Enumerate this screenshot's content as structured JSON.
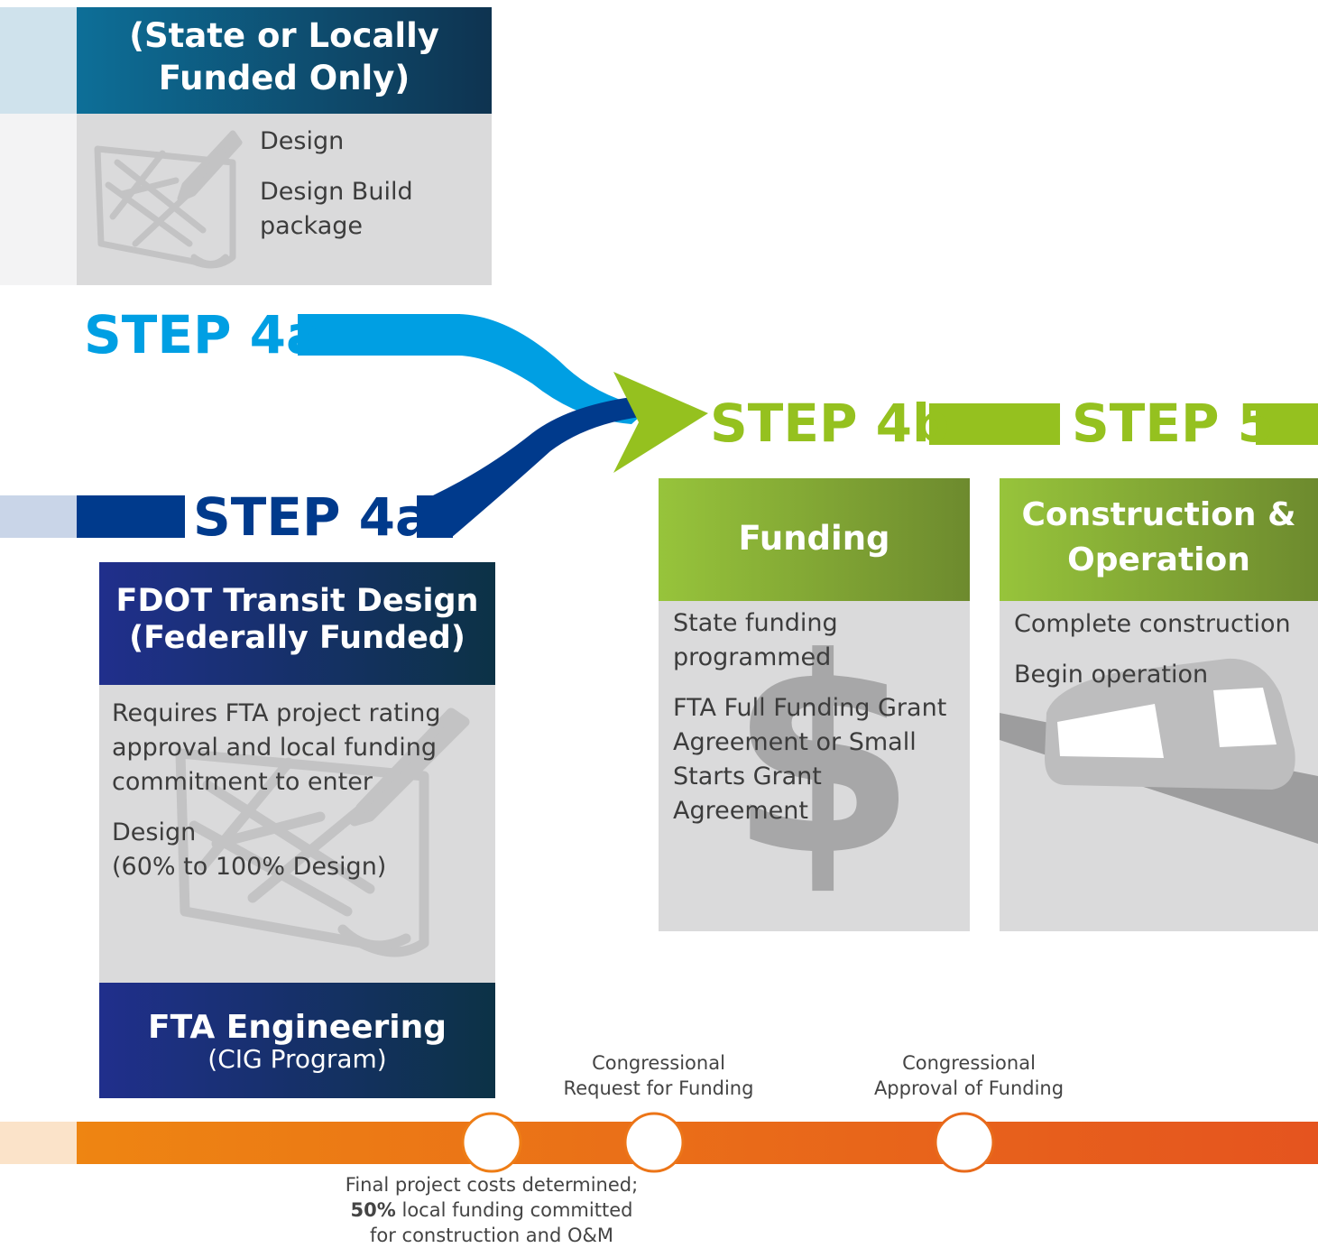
{
  "top_box": {
    "title_line1": "(State or Locally",
    "title_line2": "Funded Only)",
    "items": [
      "Design",
      "Design Build",
      "package"
    ]
  },
  "steps": {
    "step4a_top": "STEP 4a",
    "step4a_bottom": "STEP 4a",
    "step4b": "STEP 4b",
    "step5": "STEP 5"
  },
  "fdot_box": {
    "title_line1": "FDOT Transit Design",
    "title_line2": "(Federally Funded)",
    "para1_lines": [
      "Requires FTA project rating",
      "approval and local funding",
      "commitment to enter"
    ],
    "para2_lines": [
      "Design",
      "(60% to 100% Design)"
    ],
    "footer_title": "FTA Engineering",
    "footer_sub": "(CIG Program)"
  },
  "funding_box": {
    "title": "Funding",
    "para1_lines": [
      "State funding",
      "programmed"
    ],
    "para2_lines": [
      "FTA Full Funding Grant",
      "Agreement or Small",
      "Starts Grant Agreement"
    ],
    "bg_symbol": "$"
  },
  "construction_box": {
    "title_line1": "Construction &",
    "title_line2": "Operation",
    "items": [
      "Complete construction",
      "Begin operation"
    ]
  },
  "timeline": {
    "milestone1_caption_line1": "Final project costs determined;",
    "milestone1_caption_bold": "50%",
    "milestone1_caption_rest": " local funding committed",
    "milestone1_caption_line3": "for construction and O&M",
    "milestone2_caption_line1": "Congressional",
    "milestone2_caption_line2": "Request for Funding",
    "milestone3_caption_line1": "Congressional",
    "milestone3_caption_line2": "Approval of Funding"
  },
  "colors": {
    "light_blue": "#009fe3",
    "dark_blue": "#003a8c",
    "green": "#95c11f",
    "orange": "#e8641f",
    "teal_header": "#0d4f6e",
    "gray_box": "#dadadb"
  },
  "icons": [
    "map-pencil-icon",
    "dollar-icon",
    "train-icon"
  ]
}
